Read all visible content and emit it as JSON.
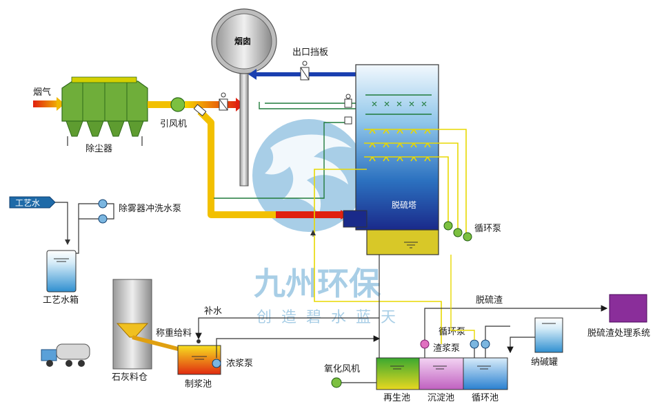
{
  "labels": {
    "flue_gas": "烟气",
    "dust_collector": "除尘器",
    "induced_fan": "引风机",
    "chimney": "烟囱",
    "outlet_damper": "出口挡板",
    "desulfurization_tower": "脱硫塔",
    "circulation_pump": "循环泵",
    "process_water": "工艺水",
    "demister_pump": "除雾器冲洗水泵",
    "process_water_tank": "工艺水箱",
    "lime_silo": "石灰料仓",
    "weighing_feed": "称重给料",
    "makeup_water": "补水",
    "slurry_pump": "浓浆泵",
    "slurry_tank": "制浆池",
    "oxidation_fan": "氧化风机",
    "regeneration_tank": "再生池",
    "settling_tank": "沉淀池",
    "circulation_tank": "循环池",
    "slag_pump": "渣浆泵",
    "circulation_pump_2": "循环泵",
    "soda_tank": "纳碱罐",
    "desulfurization_slag": "脱硫渣",
    "slag_treatment": "脱硫渣处理系统"
  },
  "watermark": {
    "brand": "九州环保",
    "slogan": "创造碧水蓝天"
  },
  "colors": {
    "dust_collector": "#6fae3a",
    "tower_top": "#e6f2fb",
    "tower_bottom": "#1f2f8f",
    "pipe_yellow": "#f0d000",
    "pipe_red": "#e03010",
    "pipe_blue": "#1a3fb0",
    "pipe_green": "#1f7a3a",
    "slag_box": "#8a2e9a",
    "watermark": "#3f93c9"
  }
}
